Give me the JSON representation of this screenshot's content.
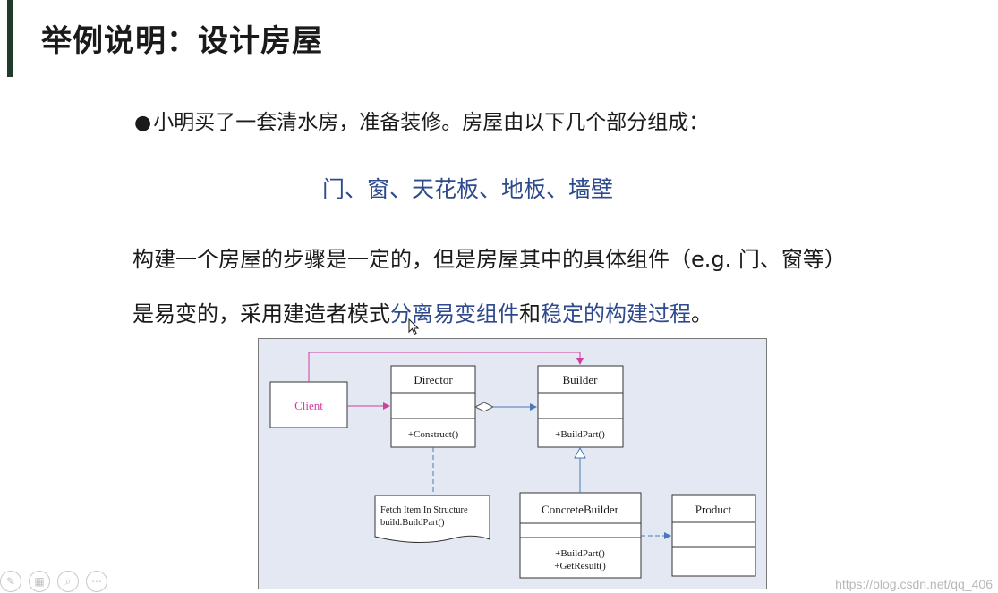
{
  "slide": {
    "title": "举例说明：设计房屋",
    "bullet_text": "小明买了一套清水房，准备装修。房屋由以下几个部分组成：",
    "parts": "门、窗、天花板、地板、墙壁",
    "desc_line1": "构建一个房屋的步骤是一定的，但是房屋其中的具体组件（e.g. 门、窗等）",
    "desc_line2_pre": "是易变的，采用建造者模式",
    "desc_line2_hl1": "分离易变组件",
    "desc_line2_mid": "和",
    "desc_line2_hl2": "稳定的构建过程",
    "desc_line2_post": "。"
  },
  "diagram": {
    "client": "Client",
    "director": {
      "name": "Director",
      "method": "+Construct()"
    },
    "builder": {
      "name": "Builder",
      "method": "+BuildPart()"
    },
    "concrete_builder": {
      "name": "ConcreteBuilder",
      "method1": "+BuildPart()",
      "method2": "+GetResult()"
    },
    "product": {
      "name": "Product"
    },
    "note_line1": "Fetch Item In Structure",
    "note_line2": "build.BuildPart()"
  },
  "watermark": "https://blog.csdn.net/qq_406",
  "colors": {
    "accent_bar": "#1f3b2a",
    "highlight": "#2e4a8c",
    "client": "#d03ca0",
    "arrow_blue": "#4a78b8",
    "diagram_bg": "#e4e8f2"
  },
  "icons": [
    "pen-icon",
    "slides-icon",
    "zoom-icon",
    "more-icon"
  ]
}
